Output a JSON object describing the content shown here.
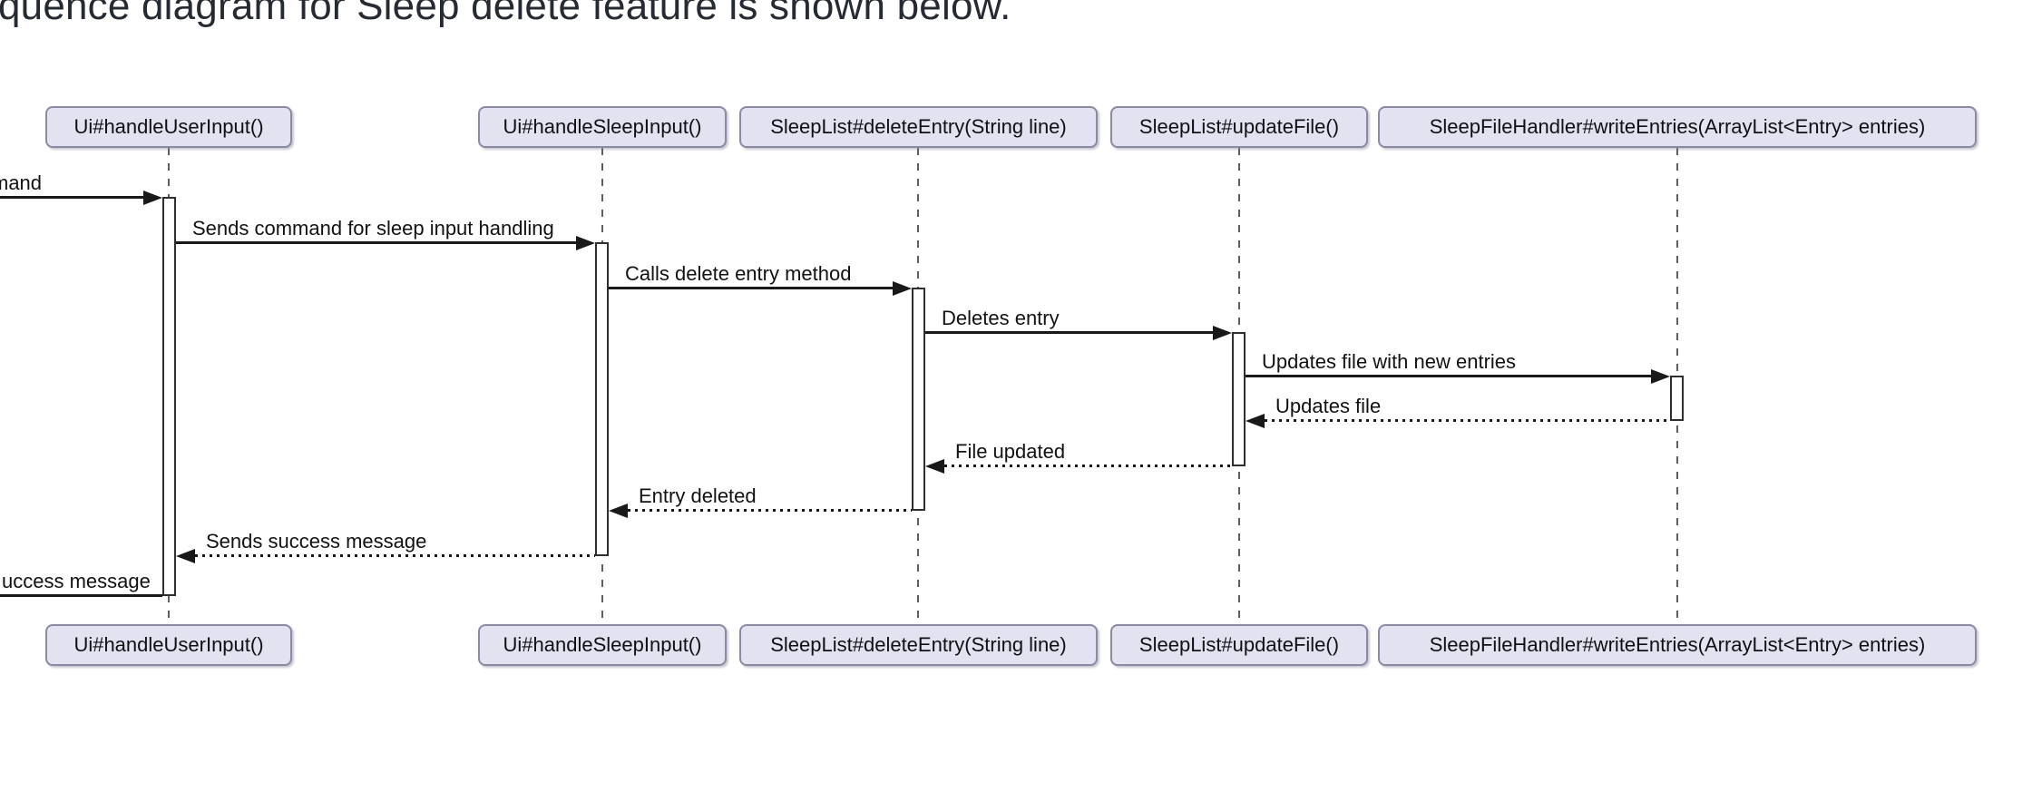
{
  "heading": {
    "text_fragment": "quence diagram for Sleep delete feature is shown below."
  },
  "diagram": {
    "type": "sequence",
    "participants": [
      {
        "label": "Ui#handleUserInput()"
      },
      {
        "label": "Ui#handleSleepInput()"
      },
      {
        "label": "SleepList#deleteEntry(String line)"
      },
      {
        "label": "SleepList#updateFile()"
      },
      {
        "label": "SleepFileHandler#writeEntries(ArrayList<Entry> entries)"
      }
    ],
    "messages": [
      {
        "label": "mand",
        "style": "solid",
        "from": "offscreen-left",
        "to": "Ui#handleUserInput()",
        "clipped_at_left_edge": true
      },
      {
        "label": "Sends command for sleep input handling",
        "style": "solid",
        "from": "Ui#handleUserInput()",
        "to": "Ui#handleSleepInput()"
      },
      {
        "label": "Calls delete entry method",
        "style": "solid",
        "from": "Ui#handleSleepInput()",
        "to": "SleepList#deleteEntry(String line)"
      },
      {
        "label": "Deletes entry",
        "style": "solid",
        "from": "SleepList#deleteEntry(String line)",
        "to": "SleepList#updateFile()"
      },
      {
        "label": "Updates file with new entries",
        "style": "solid",
        "from": "SleepList#updateFile()",
        "to": "SleepFileHandler#writeEntries(ArrayList<Entry> entries)"
      },
      {
        "label": "Updates file",
        "style": "dotted-return",
        "from": "SleepFileHandler#writeEntries(ArrayList<Entry> entries)",
        "to": "SleepList#updateFile()"
      },
      {
        "label": "File updated",
        "style": "dotted-return",
        "from": "SleepList#updateFile()",
        "to": "SleepList#deleteEntry(String line)"
      },
      {
        "label": "Entry deleted",
        "style": "dotted-return",
        "from": "SleepList#deleteEntry(String line)",
        "to": "Ui#handleSleepInput()"
      },
      {
        "label": "Sends success message",
        "style": "dotted-return",
        "from": "Ui#handleSleepInput()",
        "to": "Ui#handleUserInput()"
      },
      {
        "label": "uccess message",
        "style": "solid",
        "from": "Ui#handleUserInput()",
        "to": "offscreen-left",
        "clipped_at_left_edge": true
      }
    ]
  },
  "colors": {
    "background": "#ffffff",
    "heading_text": "#262b33",
    "participant_fill": "#e2e2f0",
    "participant_border": "#8a8aa3",
    "message_line": "#191919",
    "lifeline_dash": "#5e5e5e",
    "activation_fill": "#ffffff",
    "activation_border": "#2f2f2f"
  }
}
